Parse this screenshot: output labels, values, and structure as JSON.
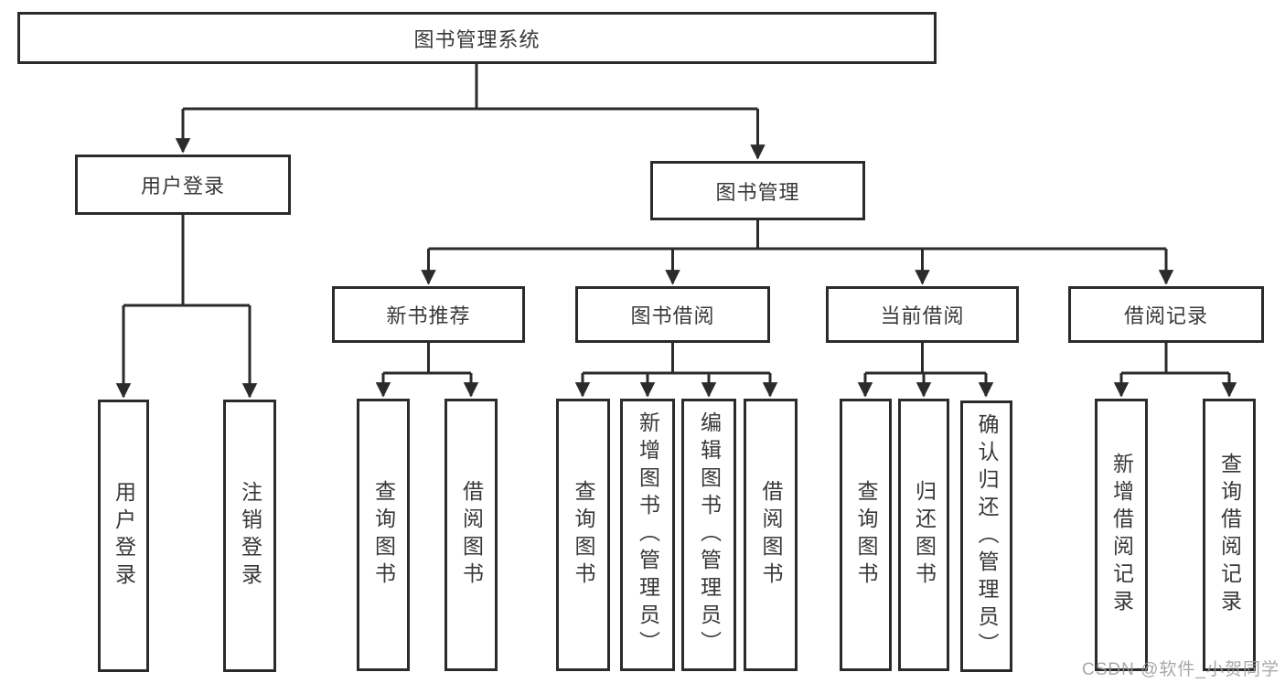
{
  "nodes": {
    "root": "图书管理系统",
    "userLogin": "用户登录",
    "bookMgmt": "图书管理",
    "newBookRec": "新书推荐",
    "bookBorrow": "图书借阅",
    "currentBorrow": "当前借阅",
    "borrowRecord": "借阅记录",
    "leafUserLogin": "用户登录",
    "leafLogout": "注销登录",
    "leafNbQuery": "查询图书",
    "leafNbBorrow": "借阅图书",
    "leafBbQuery": "查询图书",
    "leafBbAdd": "新增图书（管理员）",
    "leafBbEdit": "编辑图书（管理员）",
    "leafBbBorrow": "借阅图书",
    "leafCbQuery": "查询图书",
    "leafCbReturn": "归还图书",
    "leafCbConfirm": "确认归还（管理员）",
    "leafBrAdd": "新增借阅记录",
    "leafBrQuery": "查询借阅记录"
  },
  "hierarchy": {
    "图书管理系统": {
      "用户登录": [
        "用户登录",
        "注销登录"
      ],
      "图书管理": {
        "新书推荐": [
          "查询图书",
          "借阅图书"
        ],
        "图书借阅": [
          "查询图书",
          "新增图书（管理员）",
          "编辑图书（管理员）",
          "借阅图书"
        ],
        "当前借阅": [
          "查询图书",
          "归还图书",
          "确认归还（管理员）"
        ],
        "借阅记录": [
          "新增借阅记录",
          "查询借阅记录"
        ]
      }
    }
  },
  "watermark": "CSDN @软件_小贺同学",
  "colors": {
    "line": "#2b2b2b",
    "text": "#383838",
    "watermark": "#9a9a9a",
    "background": "#ffffff"
  }
}
